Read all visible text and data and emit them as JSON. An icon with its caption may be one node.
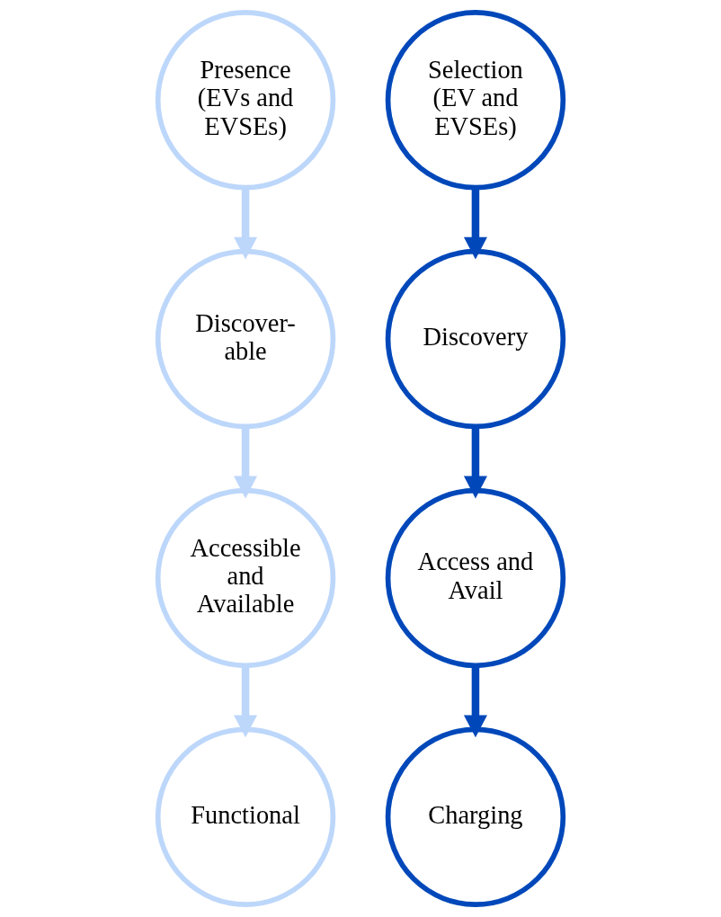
{
  "diagram": {
    "nodes": [
      {
        "text": [
          "Presence (EVs and EVSEs)"
        ]
      },
      {
        "text": [
          "Selection (EV and EVSEs)"
        ]
      },
      {
        "text": [
          "Discover- able"
        ]
      },
      {
        "text": [
          "Discovery"
        ]
      },
      {
        "text": [
          "Accessible and Available"
        ]
      },
      {
        "text": [
          "Access and Avail"
        ]
      },
      {
        "text": [
          "Functional"
        ]
      },
      {
        "text": [
          "Charging"
        ]
      }
    ],
    "edges": [
      {
        "from": 0,
        "to": 2,
        "arrow": "to",
        "color": "#bdd7fb"
      },
      {
        "from": 2,
        "to": 4,
        "arrow": "to",
        "color": "#bdd7fb"
      },
      {
        "from": 4,
        "to": 6,
        "arrow": "to",
        "color": "#bdd7fb"
      },
      {
        "from": 1,
        "to": 3,
        "arrow": "to",
        "color": "#0048ba"
      },
      {
        "from": 3,
        "to": 5,
        "arrow": "to",
        "color": "#0048ba"
      },
      {
        "from": 5,
        "to": 7,
        "arrow": "to",
        "color": "#0048ba"
      }
    ]
  }
}
